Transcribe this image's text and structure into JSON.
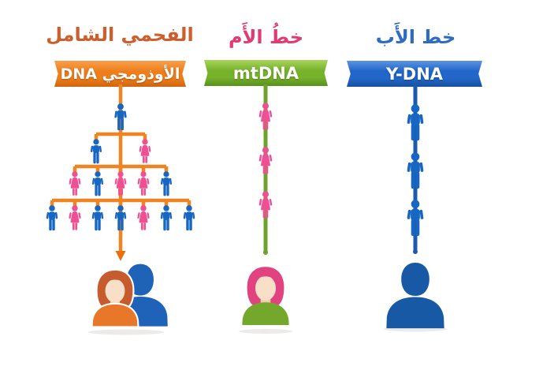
{
  "columns": [
    {
      "id": "autosomal",
      "title": "الفحمي الشامل",
      "title_color": "#cc5f2b",
      "banner_label": "الأوذومجي DNA",
      "banner_colors": {
        "light": "#f7a04c",
        "base": "#ee7e1c",
        "dark": "#cf640e"
      },
      "line_color": "#ef8420",
      "figure_rows": [
        [
          "M"
        ],
        [
          "M",
          "F"
        ],
        [
          "F",
          "M",
          "F",
          "F",
          "M"
        ],
        [
          "M",
          "F",
          "M",
          "M",
          "F",
          "M",
          "M"
        ]
      ],
      "bottom_persona": "couple-man-and-woman"
    },
    {
      "id": "maternal",
      "title": "خطُ الأَم",
      "title_color": "#e23a72",
      "banner_label": "mtDNA",
      "banner_colors": {
        "light": "#a9d45c",
        "base": "#77b22b",
        "dark": "#58901c"
      },
      "line_color": "#6ba32b",
      "figures": [
        "F",
        "F",
        "F"
      ],
      "bottom_persona": "woman-pink-hair"
    },
    {
      "id": "paternal",
      "title": "خط الأَب",
      "title_color": "#2e6cc0",
      "banner_label": "Y-DNA",
      "banner_colors": {
        "light": "#5e94e0",
        "base": "#2166c8",
        "dark": "#17509f"
      },
      "line_color": "#1c5aad",
      "figures": [
        "M",
        "M",
        "M"
      ],
      "bottom_persona": "man-silhouette"
    }
  ],
  "figure_colors": {
    "male": "#1766c2",
    "female": "#ee5093"
  },
  "arrow_color": "#e86f12",
  "personas": {
    "couple": {
      "woman_hair": "#c65c2e",
      "woman_shirt": "#e8772a",
      "woman_skin": "#f7dfc8",
      "woman_neck": "#eecbaa",
      "man_color": "#1e63b8"
    },
    "maternal_woman": {
      "hair": "#e04380",
      "shirt": "#74a82c",
      "skin": "#f7dfc8",
      "neck": "#eecbaa"
    },
    "paternal_man": {
      "color": "#1859a6"
    }
  },
  "shadow_color": "#d8d3ce"
}
